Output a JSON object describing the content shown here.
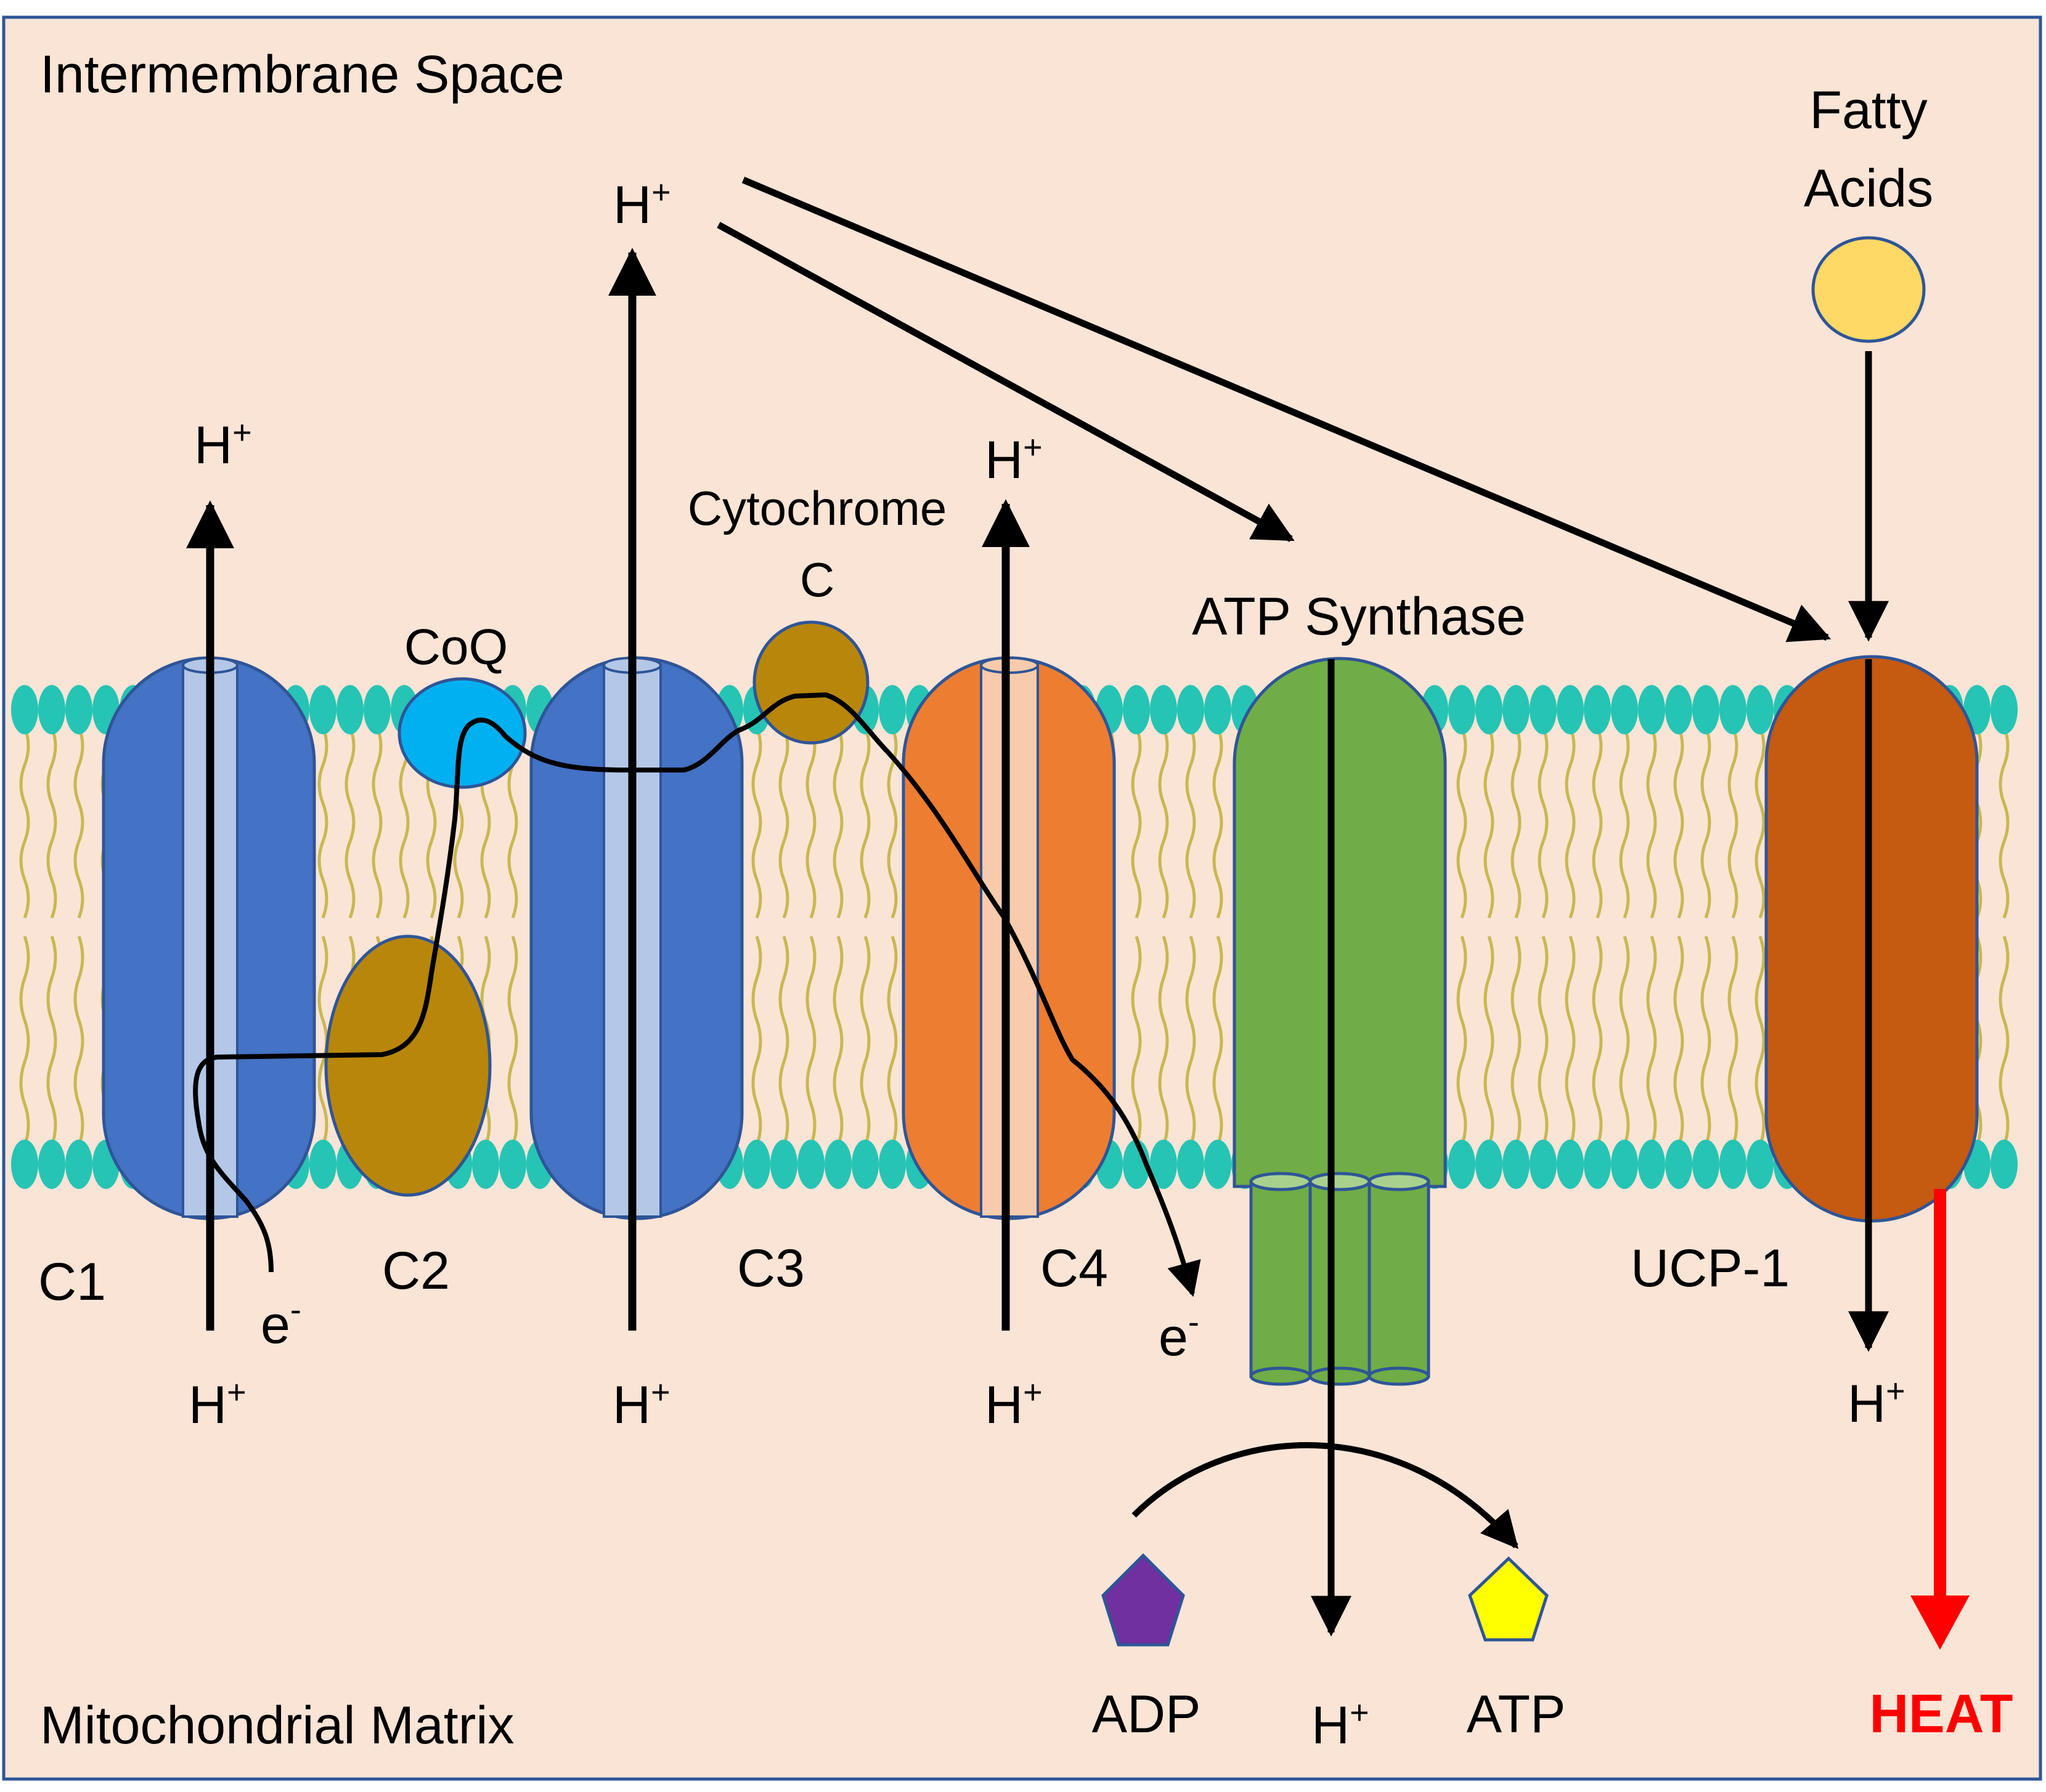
{
  "regions": {
    "top": "Intermembrane Space",
    "bottom": "Mitochondrial Matrix"
  },
  "complexes": {
    "c1": "C1",
    "c2": "C2",
    "c3": "C3",
    "c4": "C4",
    "atp_synthase": "ATP Synthase",
    "ucp1": "UCP-1",
    "coq": "CoQ",
    "cytochrome_c_line1": "Cytochrome",
    "cytochrome_c_line2": "C"
  },
  "fatty_acids": {
    "line1": "Fatty",
    "line2": "Acids"
  },
  "protons": {
    "main_top": "H",
    "c1_top": "H",
    "c4_top": "H",
    "c1_bottom": "H",
    "c3_bottom": "H",
    "c4_bottom": "H",
    "atp_bottom": "H",
    "ucp_bottom": "H",
    "charge": "+"
  },
  "electrons": {
    "symbol": "e",
    "charge": "-"
  },
  "molecules": {
    "adp": "ADP",
    "atp": "ATP"
  },
  "output": {
    "heat": "HEAT"
  },
  "colors": {
    "background": "#fae4d6",
    "border": "#2f5597",
    "complex_blue": "#4472c4",
    "channel_blue": "#b4c7e7",
    "complex2_gold": "#b8860b",
    "coq_cyan": "#00b0f0",
    "complex4_orange": "#ed7d31",
    "channel_orange": "#f8cbad",
    "atp_green": "#70ad47",
    "ucp_rust": "#c55a11",
    "lipid_head": "#26c4b4",
    "lipid_tail": "#c8b850",
    "fatty_yellow": "#ffd966",
    "adp_purple": "#7030a0",
    "atp_yellow": "#ffff00",
    "heat_red": "#ff0000"
  }
}
